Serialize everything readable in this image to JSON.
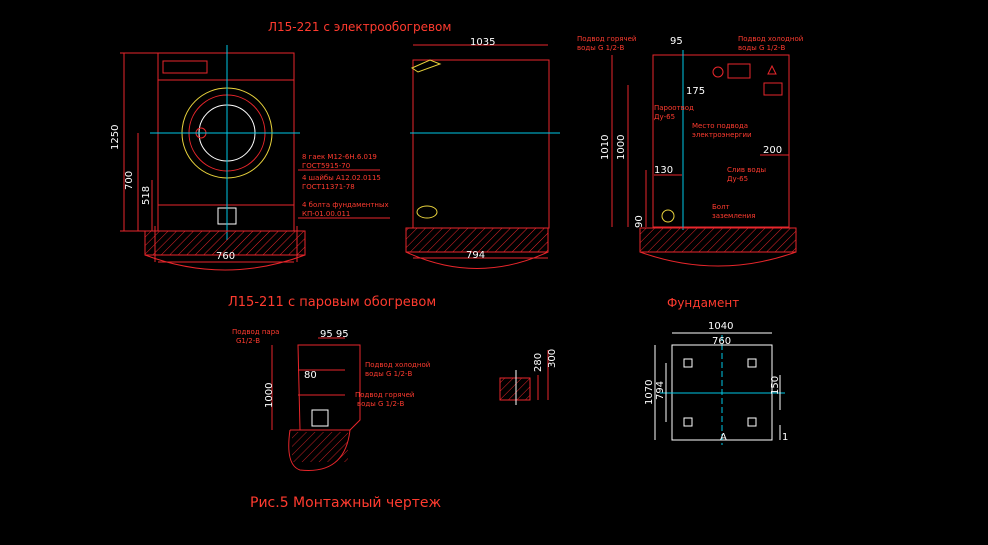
{
  "titles": {
    "electric": "Л15-221 с электрообогревом",
    "steam": "Л15-211  с  паровым  обогревом",
    "foundation": "Фундамент",
    "figure": "Рис.5  Монтажный  чертеж"
  },
  "front_view": {
    "dim_1250": "1250",
    "dim_700": "700",
    "dim_518": "518",
    "dim_760": "760",
    "note_screws_1": "8 гаек М12-6Н.6.019",
    "note_screws_2": "ГОСТ5915-70",
    "note_washers_1": "4 шайбы А12.02.0115",
    "note_washers_2": "ГОСТ11371-78",
    "note_bolts_1": "4 болта фундаментных",
    "note_bolts_2": "КП-01.00.011"
  },
  "side_view": {
    "dim_1035": "1035",
    "dim_794": "794"
  },
  "back_view": {
    "dim_95": "95",
    "dim_175": "175",
    "dim_1010": "1010",
    "dim_1000": "1000",
    "dim_130": "130",
    "dim_90": "90",
    "dim_200": "200",
    "label_hot_1": "Подвод горячей",
    "label_hot_2": "воды G 1/2-В",
    "label_cold_1": "Подвод холодной",
    "label_cold_2": "воды G 1/2-В",
    "label_steam_1": "Пароотвод",
    "label_steam_2": "Ду-65",
    "label_power_1": "Место подвода",
    "label_power_2": "электроэнергии",
    "label_drain_1": "Слив воды",
    "label_drain_2": "Ду-65",
    "label_ground_1": "Болт",
    "label_ground_2": "заземления"
  },
  "steam_view": {
    "label_steam_1": "Подвод пара",
    "label_steam_2": "G1/2-В",
    "dim_95_95": "95  95",
    "dim_80": "80",
    "dim_1000": "1000",
    "label_cold_1": "Подвод холодной",
    "label_cold_2": "воды G 1/2-В",
    "label_hot_1": "Подвод горячей",
    "label_hot_2": "воды G 1/2-В"
  },
  "detail": {
    "dim_280": "280",
    "dim_300": "300"
  },
  "foundation": {
    "dim_1040": "1040",
    "dim_760": "760",
    "dim_1070": "1070",
    "dim_794": "794",
    "dim_150": "150",
    "label_a": "A",
    "label_1": "1"
  }
}
